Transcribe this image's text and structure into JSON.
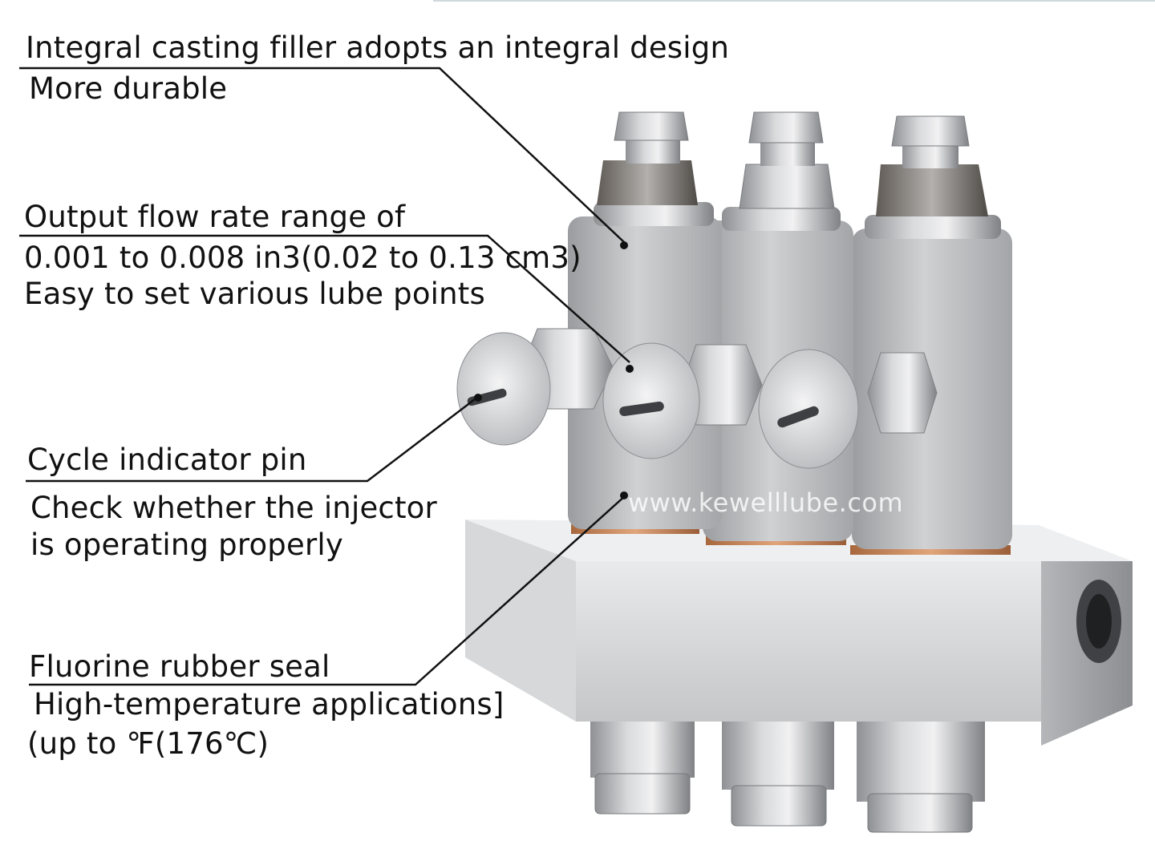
{
  "callouts": {
    "casting": {
      "line1": "Integral casting filler adopts an integral design",
      "line2": "More durable"
    },
    "flow": {
      "line1": "Output flow rate range of",
      "line2": "0.001 to 0.008 in3(0.02 to 0.13 cm3)",
      "line3": "Easy to set various lube points"
    },
    "indicator": {
      "line1": "Cycle indicator pin",
      "line2": "Check whether the injector",
      "line3": " is operating properly"
    },
    "seal": {
      "line1": " Fluorine rubber seal",
      "line2": "High-temperature applications]",
      "line3": "(up to ℉(176℃)"
    }
  },
  "watermark": "www.kewelllube.com",
  "colors": {
    "text": "#111111",
    "leader_line": "#111111",
    "metal_light": "#d9dadc",
    "metal_dark": "#8d8f93",
    "copper": "#c98a5a"
  }
}
